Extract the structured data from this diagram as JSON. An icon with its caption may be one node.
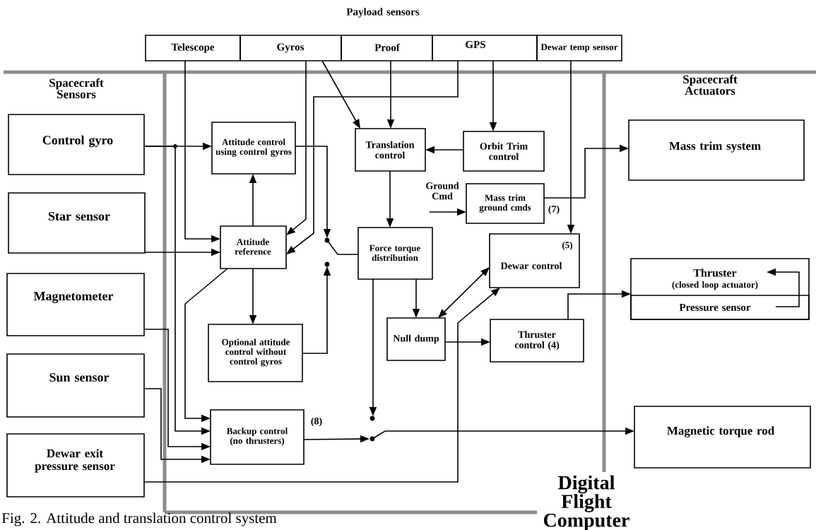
{
  "diagram": {
    "caption": "Fig. 2. Attitude and translation control system",
    "nodes": [
      {
        "text": [
          "Telescope"
        ]
      },
      {
        "text": [
          "Gyros"
        ]
      },
      {
        "text": [
          "Proof"
        ]
      },
      {
        "text": [
          "GPS"
        ]
      },
      {
        "text": [
          "Dewar temp sensor"
        ]
      },
      {
        "text": [
          "Control gyro"
        ]
      },
      {
        "text": [
          "Star sensor"
        ]
      },
      {
        "text": [
          "Magnetometer"
        ]
      },
      {
        "text": [
          "Sun sensor"
        ]
      },
      {
        "text": [
          "Dewar exit pressure sensor"
        ]
      },
      {
        "text": [
          "Attitude control using control gyros"
        ]
      },
      {
        "text": [
          "Attitude reference"
        ]
      },
      {
        "text": [
          "Optional attitude control without control gyros"
        ]
      },
      {
        "text": [
          "Backup control (no thrusters)"
        ],
        "beside": [
          "(8)"
        ]
      },
      {
        "text": [
          "Translation control"
        ]
      },
      {
        "text": [
          "Orbit Trim control"
        ]
      },
      {
        "text": [
          "Mass trim ground cmds"
        ],
        "beside": [
          "(7)"
        ]
      },
      {
        "text": [
          "Ground Cmd"
        ]
      },
      {
        "text": [
          "Force torque distribution"
        ]
      },
      {
        "text": [
          "(5)",
          "Dewar control"
        ]
      },
      {
        "text": [
          "Null dump"
        ]
      },
      {
        "text": [
          "Thruster control (4)"
        ]
      },
      {
        "text": [
          "Mass trim system"
        ]
      },
      {
        "text": [
          "Thruster",
          "(closed loop actuator)"
        ]
      },
      {
        "text": [
          "Pressure sensor"
        ],
        "in": 23
      },
      {
        "text": [
          "Magnetic torque rod"
        ]
      },
      {
        "text": [],
        "shape": "circle"
      },
      {
        "text": [],
        "shape": "circle"
      },
      {
        "text": [],
        "shape": "circle"
      },
      {
        "text": [],
        "shape": "circle"
      }
    ],
    "edges": [
      {
        "from": 0,
        "to": 11,
        "arrow": "to"
      },
      {
        "from": 1,
        "to": 11,
        "arrow": "to"
      },
      {
        "from": 3,
        "to": 11,
        "arrow": "to"
      },
      {
        "from": 1,
        "to": 14,
        "arrow": "to"
      },
      {
        "from": 2,
        "to": 14,
        "arrow": "to"
      },
      {
        "from": 3,
        "to": 15,
        "arrow": "to"
      },
      {
        "from": 4,
        "to": 19,
        "arrow": "to"
      },
      {
        "from": 5,
        "to": 10,
        "arrow": "to"
      },
      {
        "from": 5,
        "to": 13,
        "arrow": "to"
      },
      {
        "from": 6,
        "to": 11,
        "arrow": "to"
      },
      {
        "from": 7,
        "to": 13,
        "arrow": "to"
      },
      {
        "from": 8,
        "to": 13,
        "arrow": "to"
      },
      {
        "from": 11,
        "to": 13,
        "arrow": "to"
      },
      {
        "from": 11,
        "to": 10,
        "arrow": "to"
      },
      {
        "from": 11,
        "to": 12,
        "arrow": "to"
      },
      {
        "from": 10,
        "to": 26,
        "arrow": "to"
      },
      {
        "from": 12,
        "to": 27,
        "arrow": "to"
      },
      {
        "from": 26,
        "to": 18,
        "arrow": "none"
      },
      {
        "from": 15,
        "to": 14,
        "arrow": "to"
      },
      {
        "from": 14,
        "to": 18,
        "arrow": "to"
      },
      {
        "from": 17,
        "to": 16,
        "arrow": "to"
      },
      {
        "from": 16,
        "to": 22,
        "arrow": "to"
      },
      {
        "from": 18,
        "to": 20,
        "arrow": "to"
      },
      {
        "from": 19,
        "to": 20,
        "arrow": "both"
      },
      {
        "from": 9,
        "to": 19,
        "arrow": "to"
      },
      {
        "from": 20,
        "to": 21,
        "arrow": "to"
      },
      {
        "from": 21,
        "to": 23,
        "arrow": "to"
      },
      {
        "from": 24,
        "to": 23,
        "arrow": "to"
      },
      {
        "from": 18,
        "to": 28,
        "arrow": "to"
      },
      {
        "from": 13,
        "to": 29,
        "arrow": "to"
      },
      {
        "from": 29,
        "to": 25,
        "arrow": "to"
      }
    ],
    "labels": [
      "Payload sensors",
      "Spacecraft Sensors",
      "Spacecraft Actuators",
      "Digital Flight Computer"
    ]
  }
}
